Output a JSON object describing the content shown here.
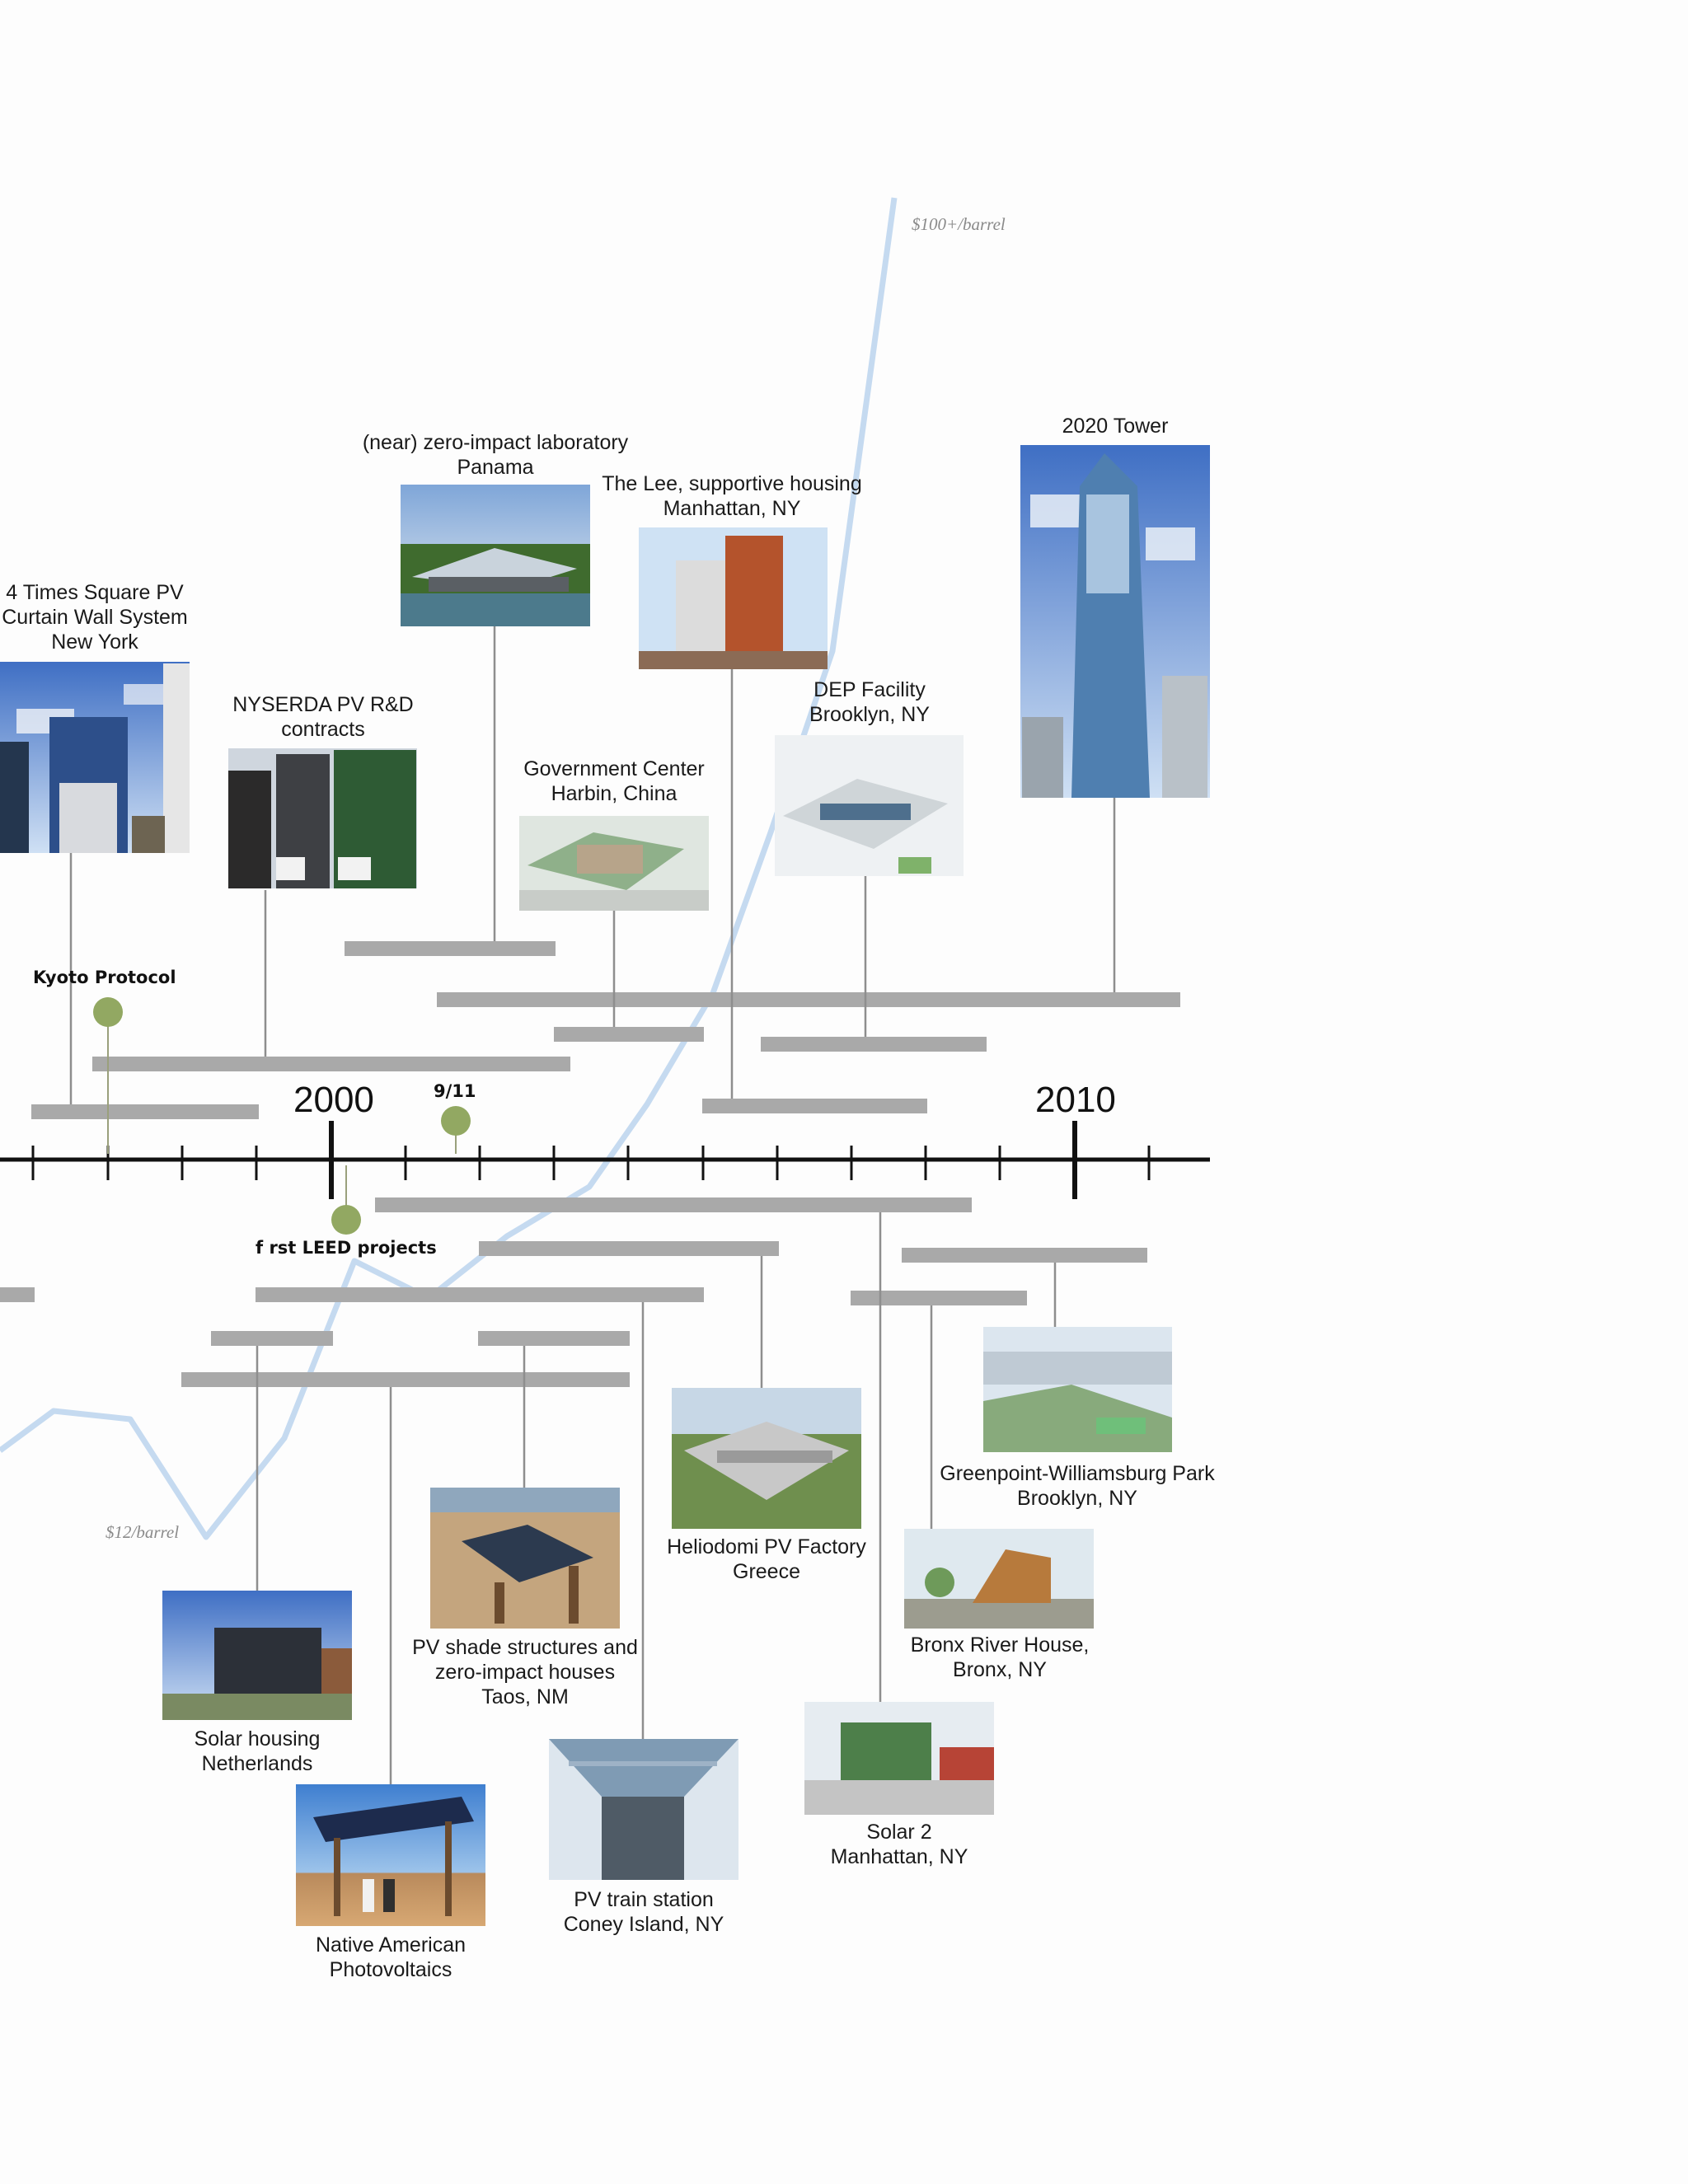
{
  "oil_price": {
    "high_label": "$100+/barrel",
    "low_label": "$12/barrel",
    "color": "#c5daf0"
  },
  "timeline": {
    "years": [
      "2000",
      "2010"
    ],
    "axis_color": "#111111",
    "bar_color": "#a9a9a9",
    "event_color": "#92a862"
  },
  "events": [
    {
      "id": "kyoto",
      "label": "Kyoto Protocol"
    },
    {
      "id": "911",
      "label": "9/11"
    },
    {
      "id": "leed",
      "label": "f rst LEED projects"
    }
  ],
  "projects": [
    {
      "id": "times-square",
      "lines": [
        "4 Times Square PV",
        "Curtain Wall System",
        "New York"
      ]
    },
    {
      "id": "nyserda",
      "lines": [
        "NYSERDA PV R&D",
        "contracts"
      ]
    },
    {
      "id": "panama",
      "lines": [
        "(near) zero-impact laboratory",
        "Panama"
      ]
    },
    {
      "id": "lee",
      "lines": [
        "The Lee, supportive housing",
        "Manhattan, NY"
      ]
    },
    {
      "id": "harbin",
      "lines": [
        "Government Center",
        "Harbin, China"
      ]
    },
    {
      "id": "dep",
      "lines": [
        "DEP Facility",
        "Brooklyn, NY"
      ]
    },
    {
      "id": "tower2020",
      "lines": [
        "2020 Tower"
      ]
    },
    {
      "id": "greenpoint",
      "lines": [
        "Greenpoint-Williamsburg Park",
        "Brooklyn, NY"
      ]
    },
    {
      "id": "heliodomi",
      "lines": [
        "Heliodomi PV Factory",
        "Greece"
      ]
    },
    {
      "id": "bronx",
      "lines": [
        "Bronx River House,",
        "Bronx, NY"
      ]
    },
    {
      "id": "taos",
      "lines": [
        "PV shade structures and",
        "zero-impact houses",
        "Taos, NM"
      ]
    },
    {
      "id": "netherlands",
      "lines": [
        "Solar housing",
        "Netherlands"
      ]
    },
    {
      "id": "solar2",
      "lines": [
        "Solar 2",
        "Manhattan, NY"
      ]
    },
    {
      "id": "coney",
      "lines": [
        "PV train station",
        "Coney Island, NY"
      ]
    },
    {
      "id": "native",
      "lines": [
        "Native American",
        "Photovoltaics"
      ]
    }
  ]
}
